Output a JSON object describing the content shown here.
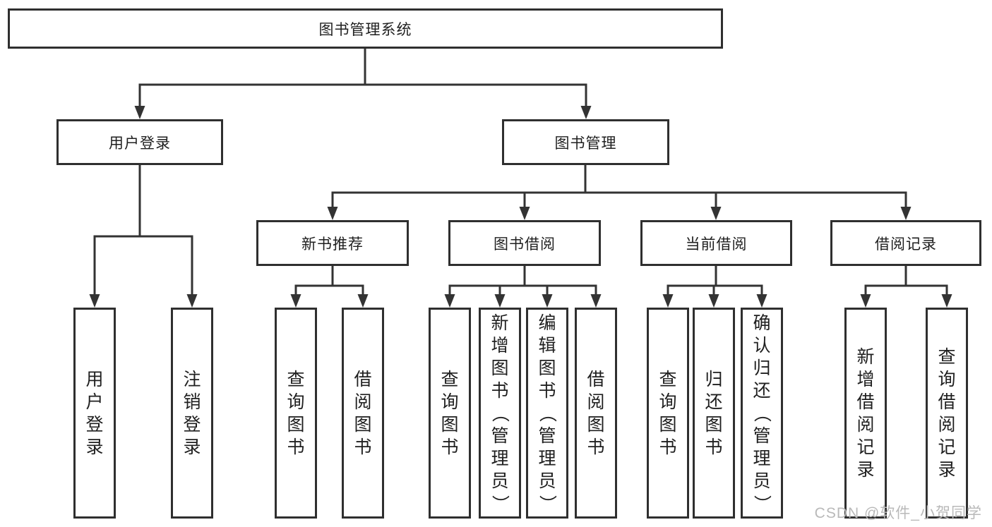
{
  "colors": {
    "line": "#333333",
    "border": "#2f2f2f",
    "text": "#1f1f1f",
    "watermark_text": "#b9b9b9",
    "background": "#ffffff"
  },
  "watermark": "CSDN @软件_小贺同学",
  "nodes": {
    "root": "图书管理系统",
    "user_login": "用户登录",
    "book_management": "图书管理",
    "new_book_recommend": "新书推荐",
    "book_borrowing": "图书借阅",
    "current_borrowing": "当前借阅",
    "borrowing_records": "借阅记录",
    "leaf_user_login": "用户登录",
    "leaf_logout": "注销登录",
    "leaf_nb_query_books": "查询图书",
    "leaf_nb_borrow_books": "借阅图书",
    "leaf_bb_query_books": "查询图书",
    "leaf_bb_add_books": "新增图书（管理员）",
    "leaf_bb_edit_books": "编辑图书（管理员）",
    "leaf_bb_borrow_books": "借阅图书",
    "leaf_cb_query_books": "查询图书",
    "leaf_cb_return_books": "归还图书",
    "leaf_cb_confirm_return": "确认归还（管理员）",
    "leaf_br_add_record": "新增借阅记录",
    "leaf_br_query_record": "查询借阅记录"
  },
  "tree": {
    "图书管理系统": {
      "用户登录": [
        "用户登录",
        "注销登录"
      ],
      "图书管理": {
        "新书推荐": [
          "查询图书",
          "借阅图书"
        ],
        "图书借阅": [
          "查询图书",
          "新增图书（管理员）",
          "编辑图书（管理员）",
          "借阅图书"
        ],
        "当前借阅": [
          "查询图书",
          "归还图书",
          "确认归还（管理员）"
        ],
        "借阅记录": [
          "新增借阅记录",
          "查询借阅记录"
        ]
      }
    }
  }
}
